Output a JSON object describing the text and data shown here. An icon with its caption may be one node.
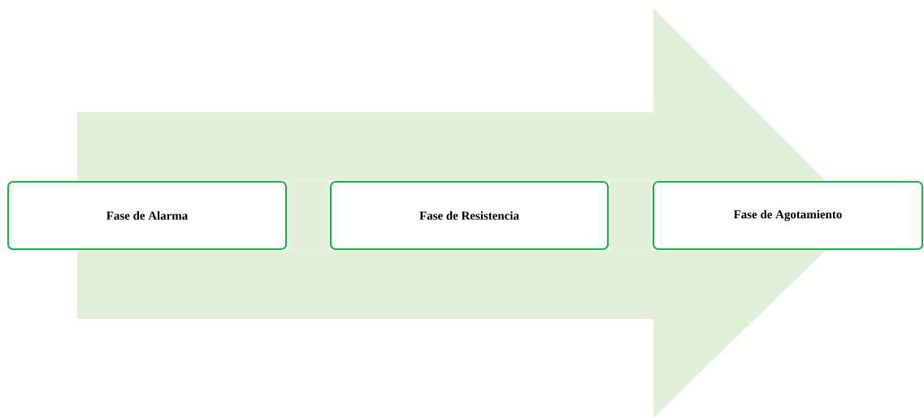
{
  "diagram": {
    "nodes": [
      {
        "text": [
          "Fase de Alarma"
        ]
      },
      {
        "text": [
          "Fase de Resistencia"
        ]
      },
      {
        "text": [
          "Fase de Agotamiento"
        ]
      }
    ],
    "edges": [
      {
        "from": 0,
        "to": 2,
        "arrow": "to"
      }
    ]
  }
}
